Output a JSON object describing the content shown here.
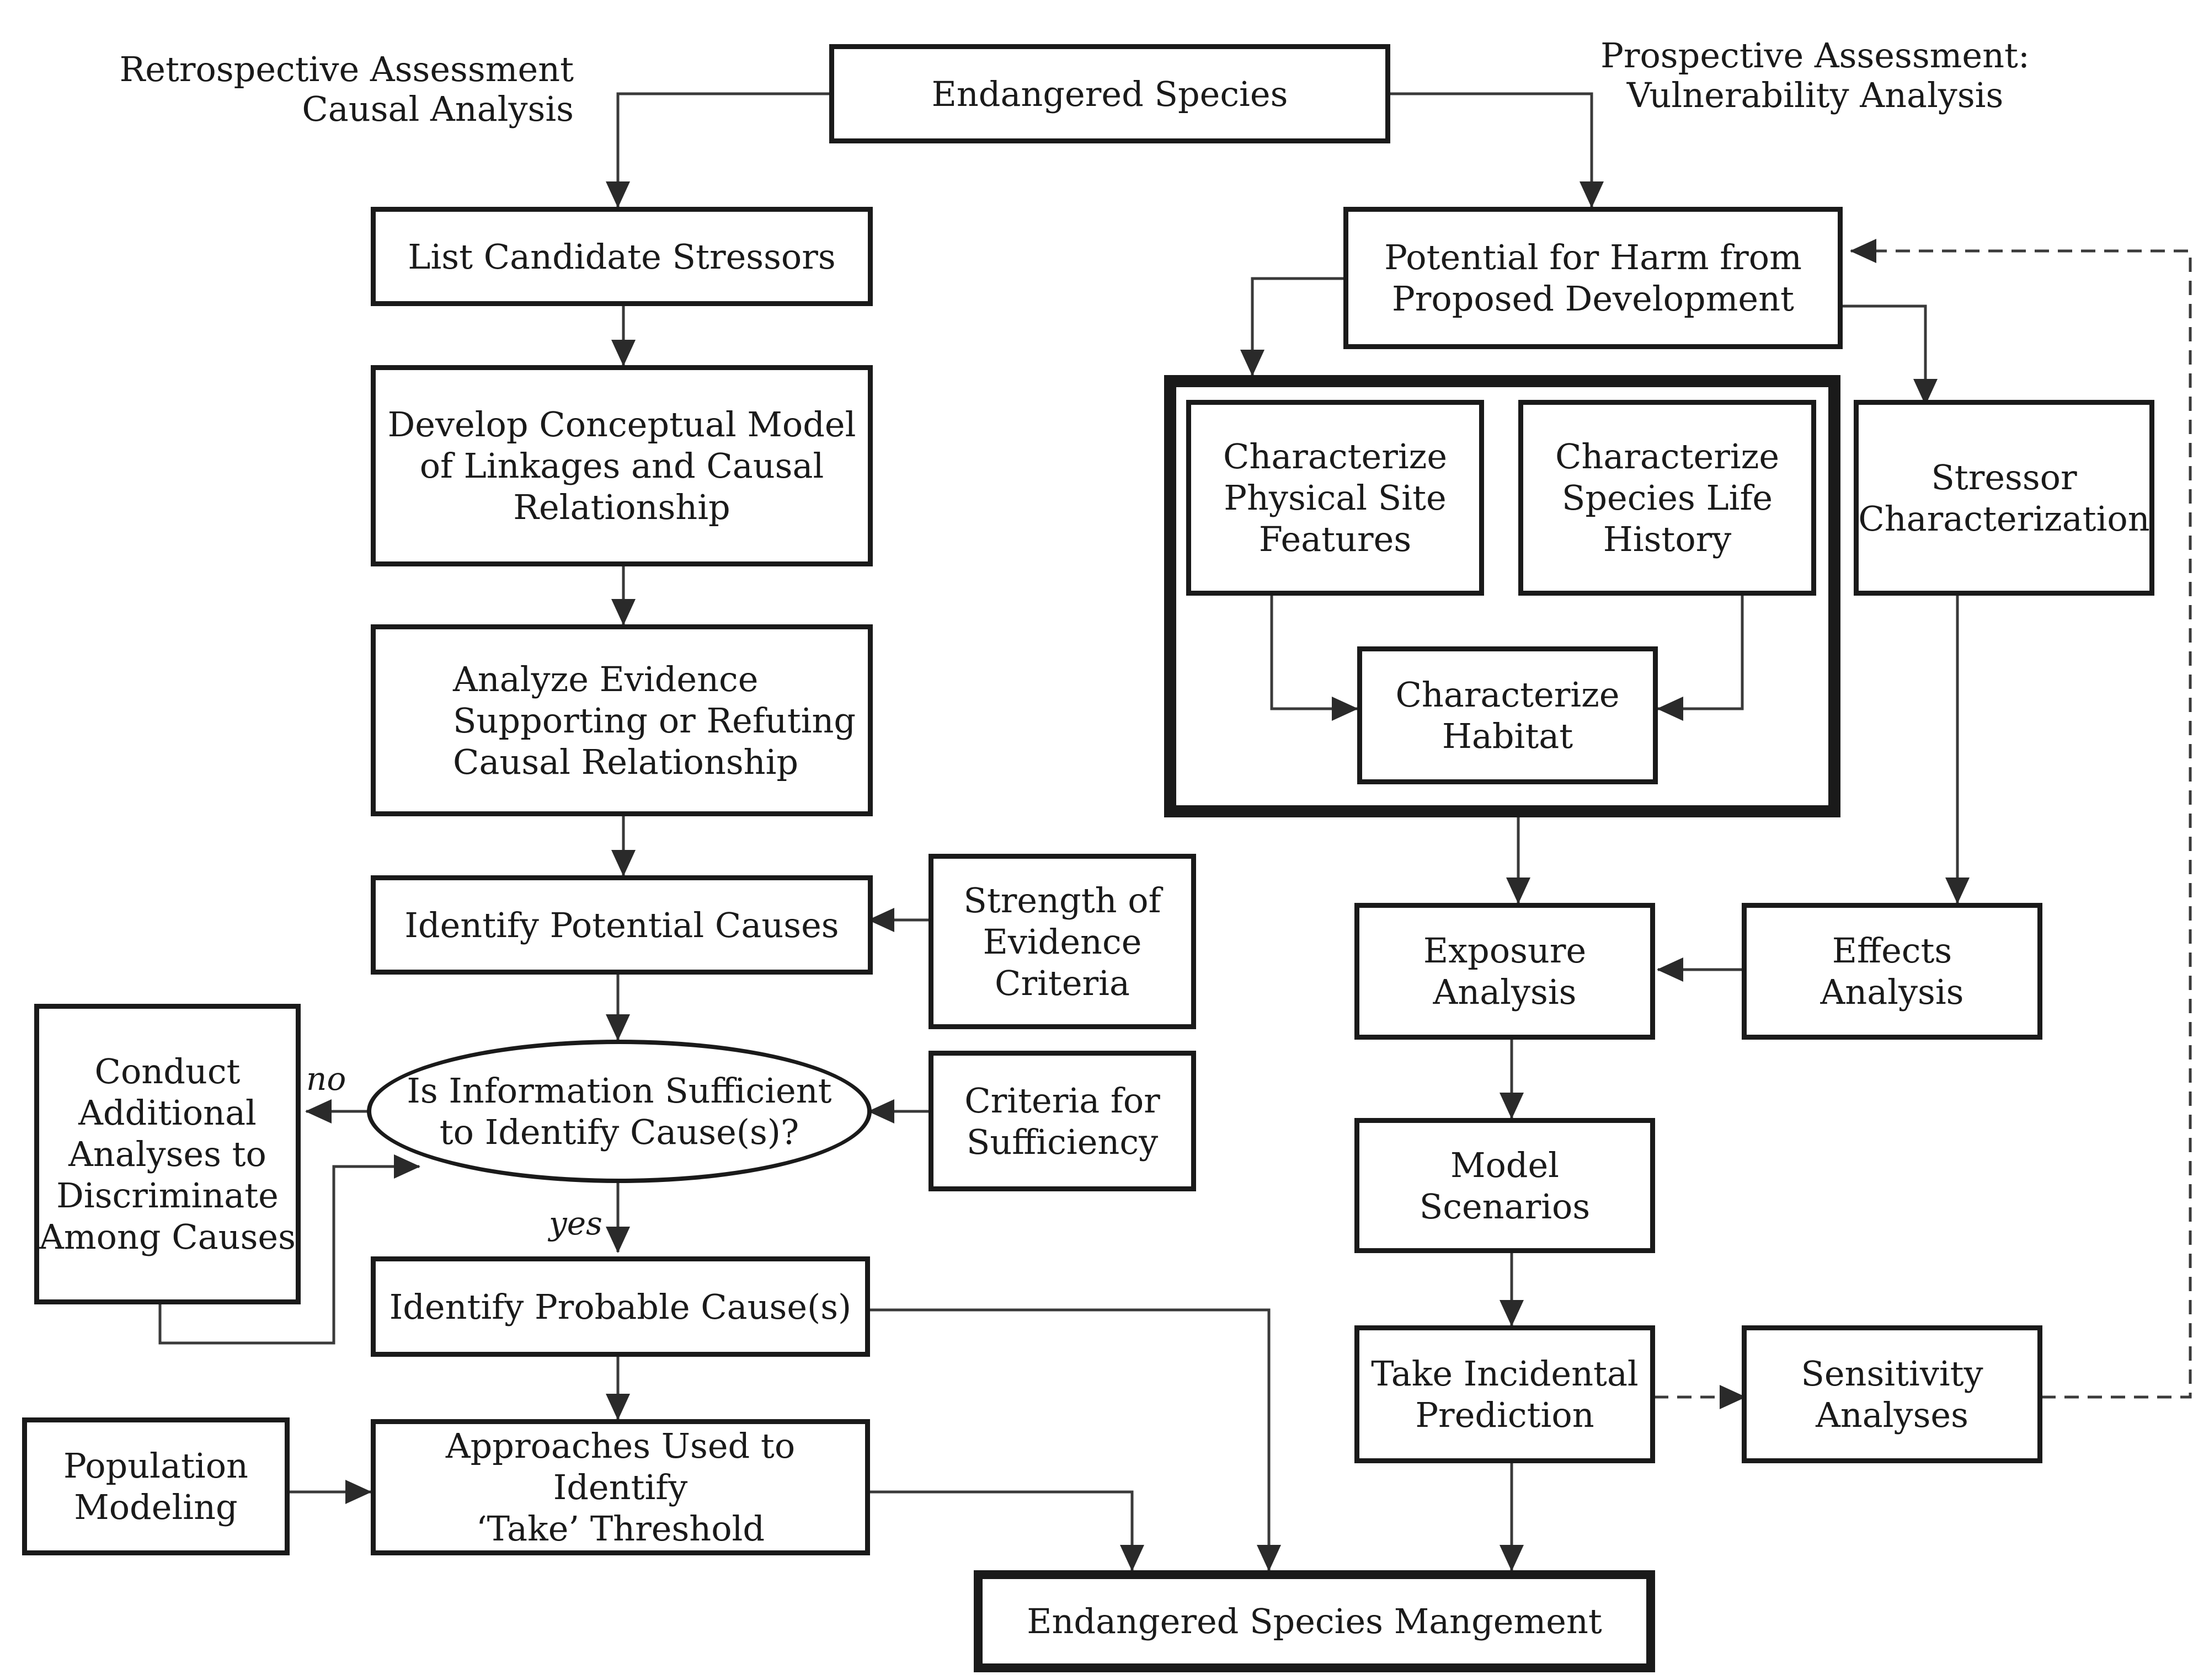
{
  "headers": {
    "retrospective": "Retrospective Assessment\nCausal Analysis",
    "prospective": "Prospective Assessment:\nVulnerability Analysis"
  },
  "nodes": {
    "endangered_species": "Endangered Species",
    "list_candidate_stressors": "List Candidate Stressors",
    "develop_conceptual_model": "Develop Conceptual Model\nof Linkages and Causal\nRelationship",
    "analyze_evidence": "Analyze Evidence\nSupporting or Refuting\nCausal Relationship",
    "identify_potential_causes": "Identify Potential Causes",
    "strength_of_evidence": "Strength of\nEvidence\nCriteria",
    "is_information_sufficient": "Is Information Sufficient\nto Identify Cause(s)?",
    "criteria_for_sufficiency": "Criteria for\nSufficiency",
    "conduct_additional_analyses": "Conduct\nAdditional\nAnalyses to\nDiscriminate\nAmong Causes",
    "identify_probable_causes": "Identify Probable Cause(s)",
    "population_modeling": "Population\nModeling",
    "approaches_take_threshold": "Approaches Used to Identify\n‘Take’ Threshold",
    "endangered_species_management": "Endangered Species Mangement",
    "potential_for_harm": "Potential for Harm from\nProposed Development",
    "characterize_physical_site": "Characterize\nPhysical Site\nFeatures",
    "characterize_species_life": "Characterize\nSpecies Life\nHistory",
    "characterize_habitat": "Characterize\nHabitat",
    "stressor_characterization": "Stressor\nCharacterization",
    "exposure_analysis": "Exposure\nAnalysis",
    "effects_analysis": "Effects\nAnalysis",
    "model_scenarios": "Model\nScenarios",
    "take_incidental_prediction": "Take Incidental\nPrediction",
    "sensitivity_analyses": "Sensitivity\nAnalyses"
  },
  "edge_labels": {
    "no": "no",
    "yes": "yes"
  },
  "colors": {
    "line": "#3a3a3a",
    "border": "#1a1a1a",
    "background": "#ffffff"
  }
}
